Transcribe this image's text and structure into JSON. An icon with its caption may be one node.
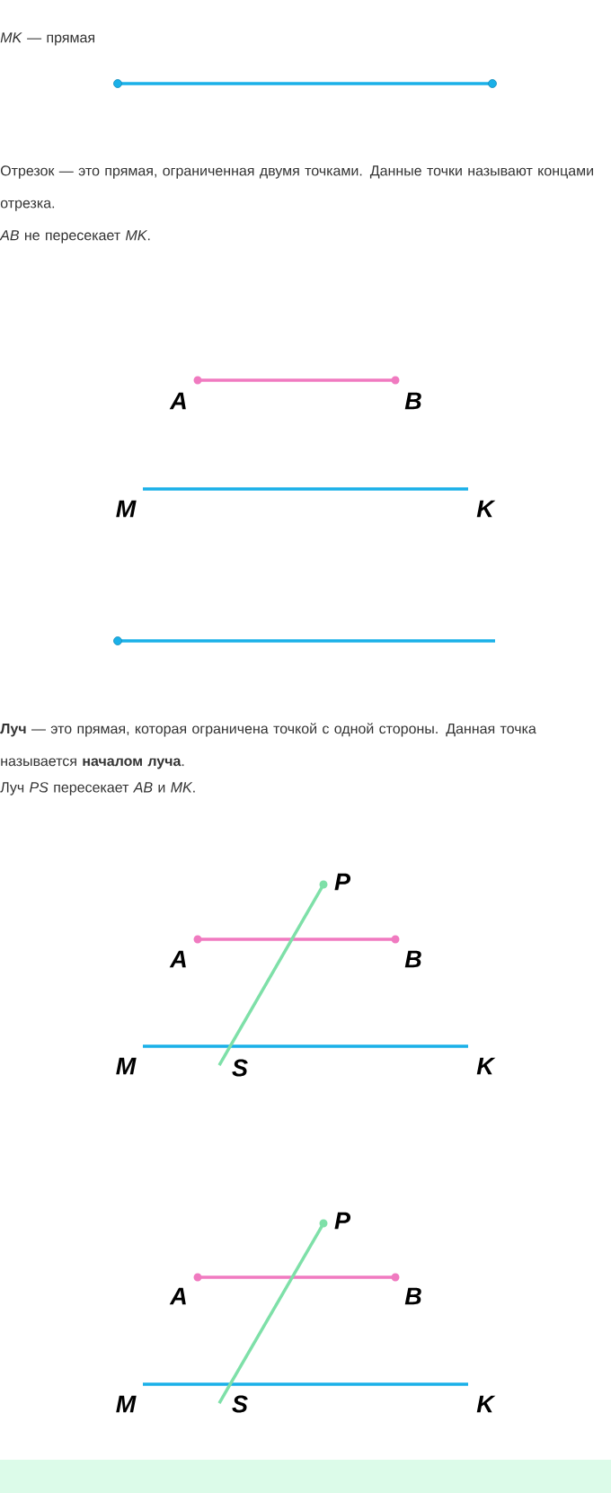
{
  "diagram": {
    "labels": [
      "*MK* — прямая",
      "Отрезок — это прямая, ограниченная двумя точками. Данные точки называют концами отрезка.",
      "*AB* не пересекает *MK*.",
      "A",
      "B",
      "M",
      "K",
      "**Луч** — это прямая, которая ограничена точкой с одной стороны. Данная точка называется **началом луча**.",
      "Луч *PS* пересекает *AB* и *MK*.",
      "P",
      "A",
      "B",
      "M",
      "S",
      "K",
      "P",
      "A",
      "B",
      "M",
      "S",
      "K"
    ]
  }
}
